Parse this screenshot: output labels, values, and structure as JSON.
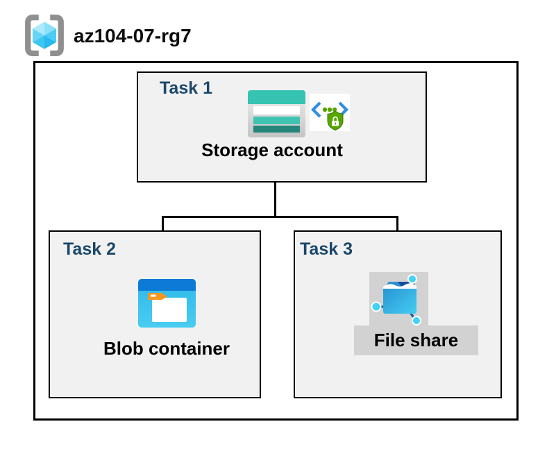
{
  "header": {
    "resource_group_name": "az104-07-rg7"
  },
  "boxes": {
    "task1": {
      "label": "Task 1",
      "item": "Storage account"
    },
    "task2": {
      "label": "Task 2",
      "item": "Blob container"
    },
    "task3": {
      "label": "Task 3",
      "item": "File share"
    }
  },
  "connections": [
    {
      "from": "Storage account",
      "to": "Blob container"
    },
    {
      "from": "Storage account",
      "to": "File share"
    }
  ],
  "icons": {
    "resource_group": "azure-resource-group-icon",
    "task1": [
      "storage-account-icon",
      "secure-access-shield-icon"
    ],
    "task2": [
      "blob-container-icon"
    ],
    "task3": [
      "file-share-icon"
    ]
  },
  "colors": {
    "task-label": "#1b4769",
    "box-fill": "#f1f1f1",
    "box-border": "#000000",
    "gray-plate": "#d2d2d2",
    "teal": "#38c3b2",
    "teal-dark": "#26857b",
    "blue-bar": "#0d7ad7",
    "blob-body": "#35bfec",
    "orange-tab": "#f79722",
    "security-green": "#57a300",
    "security-blue": "#2e8fe3",
    "share-navy": "#174f9e",
    "node-cyan": "#41d2f6"
  }
}
